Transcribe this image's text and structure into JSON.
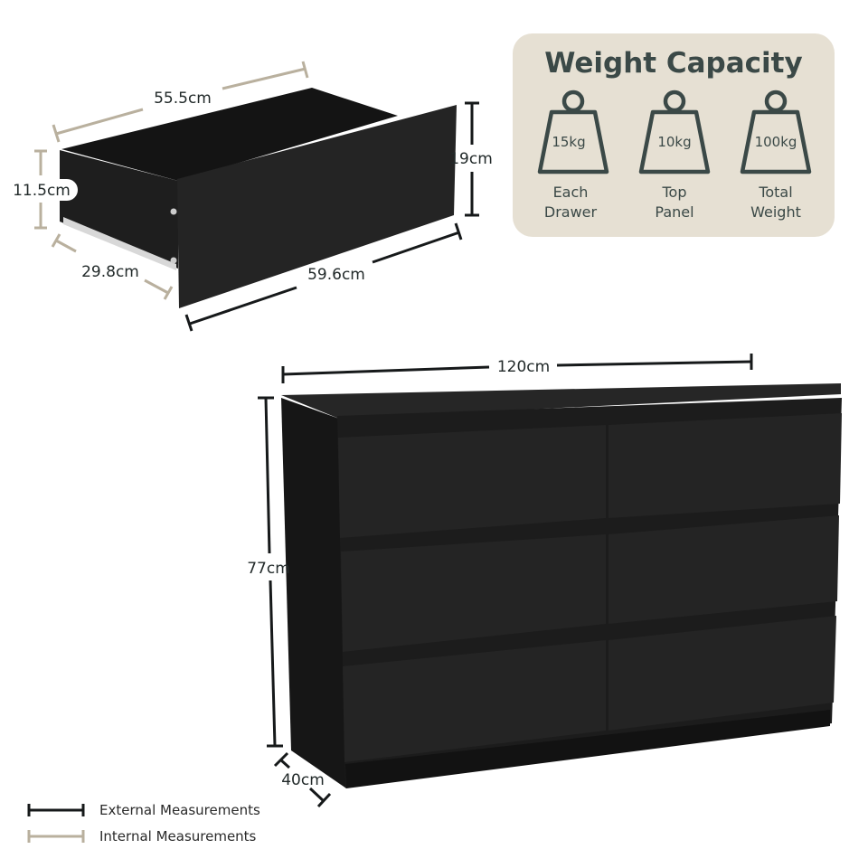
{
  "drawer_dims": {
    "internal_depth": "55.5cm",
    "internal_height": "11.5cm",
    "internal_width": "29.8cm",
    "external_height": "19cm",
    "external_width": "59.6cm"
  },
  "weight_capacity": {
    "title": "Weight Capacity",
    "items": [
      {
        "value": "15kg",
        "label_line1": "Each",
        "label_line2": "Drawer"
      },
      {
        "value": "10kg",
        "label_line1": "Top",
        "label_line2": "Panel"
      },
      {
        "value": "100kg",
        "label_line1": "Total",
        "label_line2": "Weight"
      }
    ],
    "panel_color": "#e6e0d3",
    "text_color": "#3b4947"
  },
  "dresser_dims": {
    "width": "120cm",
    "height": "77cm",
    "depth": "40cm"
  },
  "legend": {
    "external": "External Measurements",
    "internal": "Internal Measurements",
    "external_color": "#16191a",
    "internal_color": "#b9b09e"
  }
}
